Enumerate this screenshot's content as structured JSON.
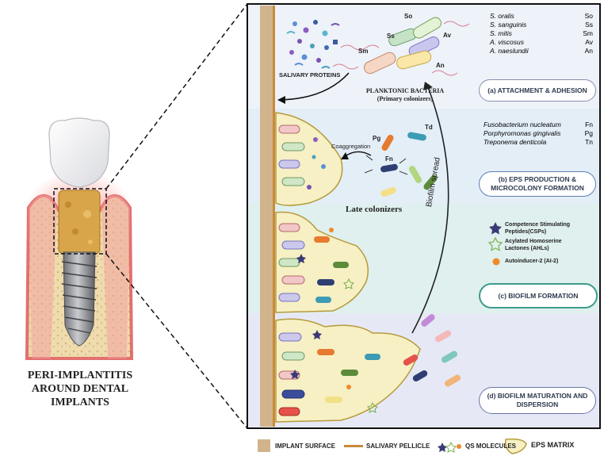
{
  "left_title": "PERI-IMPLANTITIS\nAROUND DENTAL\nIMPLANTS",
  "labels": {
    "salivary_proteins": "SALIVARY PROTEINS",
    "planktonic_title": "PLANKTONIC BACTERIA",
    "planktonic_sub": "(Primary colonizers)",
    "coaggregation": "Coaggregation",
    "late_colonizers": "Late colonizers",
    "biofilm_spread": "Biofilm spread"
  },
  "bacteria_tags": {
    "so": "So",
    "ss": "Ss",
    "sm": "Sm",
    "av": "Av",
    "an": "An",
    "pg": "Pg",
    "fn": "Fn",
    "td": "Td"
  },
  "primary_species": [
    {
      "name": "S. oralis",
      "abbr": "So"
    },
    {
      "name": "S. sanguinis",
      "abbr": "Ss"
    },
    {
      "name": "S. mitis",
      "abbr": "Sm"
    },
    {
      "name": "A. viscosus",
      "abbr": "Av"
    },
    {
      "name": "A. naeslundii",
      "abbr": "An"
    }
  ],
  "late_species": [
    {
      "name": "Fusobacterium nucleatum",
      "abbr": "Fn"
    },
    {
      "name": "Porphyromonas gingivalis",
      "abbr": "Pg"
    },
    {
      "name": "Treponema denticola",
      "abbr": "Tn"
    }
  ],
  "stages": {
    "a": "(a) ATTACHMENT & ADHESION",
    "b_line1": "(b) EPS PRODUCTION &",
    "b_line2": "MICROCOLONY FORMATION",
    "c": "(c) BIOFILM FORMATION",
    "d_line1": "(d) BIOFILM MATURATION AND",
    "d_line2": "DISPERSION"
  },
  "qs_legend": {
    "csp_line1": "Competence Stimulating",
    "csp_line2": "Peptides(CSPs)",
    "ahl_line1": "Acylated Homoserine",
    "ahl_line2": "Lactones (AHLs)",
    "ai2": "Autoinducer-2 (AI-2)"
  },
  "bottom_legend": {
    "implant_surface": "IMPLANT SURFACE",
    "salivary_pellicle": "SALIVARY PELLICLE",
    "qs_molecules": "QS MOLECULES",
    "eps_matrix": "EPS MATRIX"
  },
  "colors": {
    "implant": "#d2b48c",
    "pellicle": "#c98a3a",
    "eps_fill": "#f6f0c4",
    "eps_stroke": "#b79a3c",
    "stage_a_bg": "#eef2f9",
    "stage_b_bg": "#e3eef7",
    "stage_c_bg": "#dff0ee",
    "stage_d_bg": "#e6e9f5",
    "pill_a": "#8a8fb0",
    "pill_b": "#5d7fb6",
    "pill_c": "#3f9c8c",
    "pill_d": "#6a74a6",
    "gum": "#e2706f",
    "bone": "#ecd7a7"
  }
}
